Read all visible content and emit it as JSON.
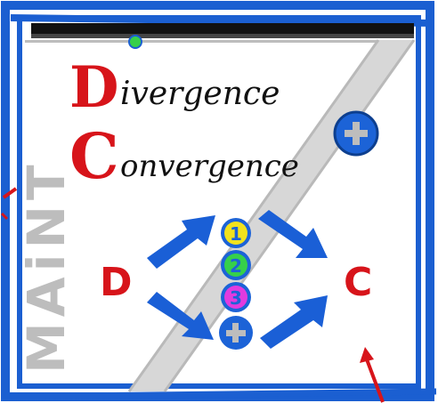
{
  "palette": {
    "frame_blue": "#1b5fd1",
    "arrow_blue": "#1a5fd6",
    "letter_red": "#d7141a",
    "text_black": "#111111",
    "watermark_gray": "#bdbdbd",
    "badge_yellow": "#f2e21d",
    "badge_green": "#36d04a",
    "badge_pink": "#e23bdf",
    "badge_blue": "#1c63d7"
  },
  "header": {
    "d_initial": "D",
    "divergence_rest": "ivergence",
    "c_initial": "C",
    "convergence_rest": "onvergence"
  },
  "diagram": {
    "left_label": "D",
    "right_label": "C",
    "badges": [
      "1",
      "2",
      "3"
    ],
    "plus_badge_icon": "plus-icon",
    "corner_badge_icon": "plus-icon"
  },
  "watermark": {
    "text": "MAiNT"
  }
}
